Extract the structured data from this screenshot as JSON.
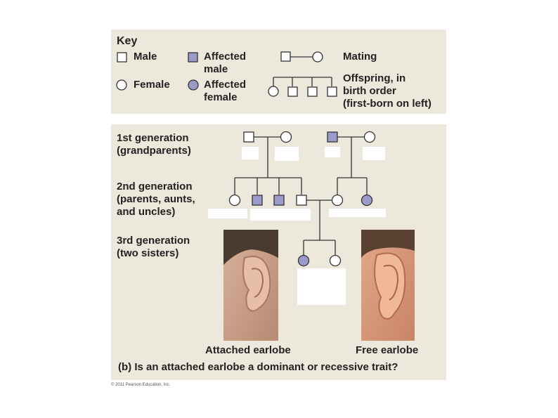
{
  "key": {
    "title": "Key",
    "male": "Male",
    "female": "Female",
    "affected_male": "Affected\nmale",
    "affected_female": "Affected\nfemale",
    "mating": "Mating",
    "offspring": "Offspring, in\nbirth order\n(first-born on left)"
  },
  "generations": {
    "first": "1st generation\n(grandparents)",
    "second": "2nd generation\n(parents, aunts,\nand uncles)",
    "third": "3rd generation\n(two sisters)"
  },
  "photos": {
    "attached": "Attached earlobe",
    "free": "Free earlobe"
  },
  "question": "(b) Is an attached earlobe a dominant or recessive trait?",
  "copyright": "© 2011 Pearson Education, Inc.",
  "colors": {
    "panel": "#ece8dc",
    "affected": "#9b9bc9",
    "line": "#333333"
  }
}
